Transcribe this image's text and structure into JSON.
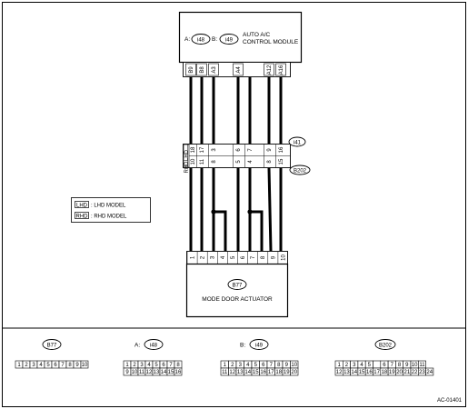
{
  "diagram": {
    "figure_id": "AC-01401",
    "module": {
      "connector_a": "i48",
      "connector_b": "i49",
      "prefix_a": "A:",
      "prefix_b": "B:",
      "name_line1": "AUTO A/C",
      "name_line2": "CONTROL MODULE",
      "pins": [
        "B9",
        "B8",
        "A3",
        "A4",
        "A12",
        "A16"
      ]
    },
    "junction": {
      "connector_top": "i41",
      "connector_bottom": "B202",
      "lhd_tag": "LHD",
      "rhd_tag": "RHD",
      "lhd_pins": [
        "18",
        "17",
        "3",
        "6",
        "7",
        "9",
        "16"
      ],
      "rhd_pins": [
        "10",
        "11",
        "8",
        "5",
        "4",
        "8",
        "15"
      ]
    },
    "legend": {
      "lhd_code": "LHD",
      "lhd_text": ": LHD MODEL",
      "rhd_code": "RHD",
      "rhd_text": ": RHD MODEL"
    },
    "actuator": {
      "connector": "B77",
      "name": "MODE DOOR ACTUATOR",
      "pins": [
        "1",
        "2",
        "3",
        "4",
        "5",
        "6",
        "7",
        "8",
        "9",
        "10"
      ]
    },
    "connector_views": {
      "b77": {
        "label": "B77",
        "row1": [
          "1",
          "2",
          "3",
          "4",
          "5",
          "6",
          "7",
          "8",
          "9",
          "10"
        ]
      },
      "i48": {
        "prefix": "A:",
        "label": "i48",
        "row1": [
          "1",
          "2",
          "3",
          "4",
          "5",
          "6",
          "7",
          "8"
        ],
        "row2": [
          "9",
          "10",
          "11",
          "12",
          "13",
          "14",
          "15",
          "16"
        ]
      },
      "i49": {
        "prefix": "B:",
        "label": "i49",
        "row1": [
          "1",
          "2",
          "3",
          "4",
          "5",
          "6",
          "7",
          "8",
          "9",
          "10"
        ],
        "row2": [
          "11",
          "12",
          "13",
          "14",
          "15",
          "16",
          "17",
          "18",
          "19",
          "20"
        ]
      },
      "b202": {
        "label": "B202",
        "row1": [
          "1",
          "2",
          "3",
          "4",
          "5",
          "",
          "6",
          "7",
          "8",
          "9",
          "10",
          "11"
        ],
        "row2": [
          "12",
          "13",
          "14",
          "15",
          "16",
          "17",
          "18",
          "19",
          "20",
          "21",
          "22",
          "23",
          "24"
        ]
      }
    }
  }
}
